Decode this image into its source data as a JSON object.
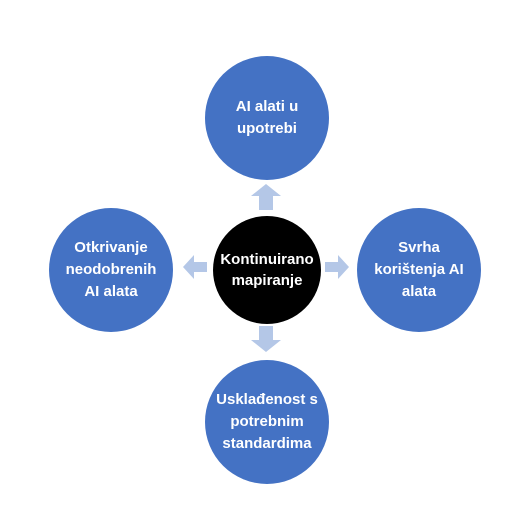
{
  "colors": {
    "outer_node": "#4472c4",
    "center_node": "#000000",
    "arrow": "#b4c7e7",
    "text": "#ffffff"
  },
  "diagram": {
    "center": {
      "label": "Kontinuirano\nmapiranje"
    },
    "nodes": {
      "top": {
        "label": "AI alati u\nupotrebi"
      },
      "right": {
        "label": "Svrha\nkorištenja AI\nalata"
      },
      "bottom": {
        "label": "Usklađenost s\npotrebnim\nstandardima"
      },
      "left": {
        "label": "Otkrivanje\nneodobrenih\nAI alata"
      }
    },
    "arrows": [
      "up",
      "right",
      "down",
      "left"
    ]
  }
}
